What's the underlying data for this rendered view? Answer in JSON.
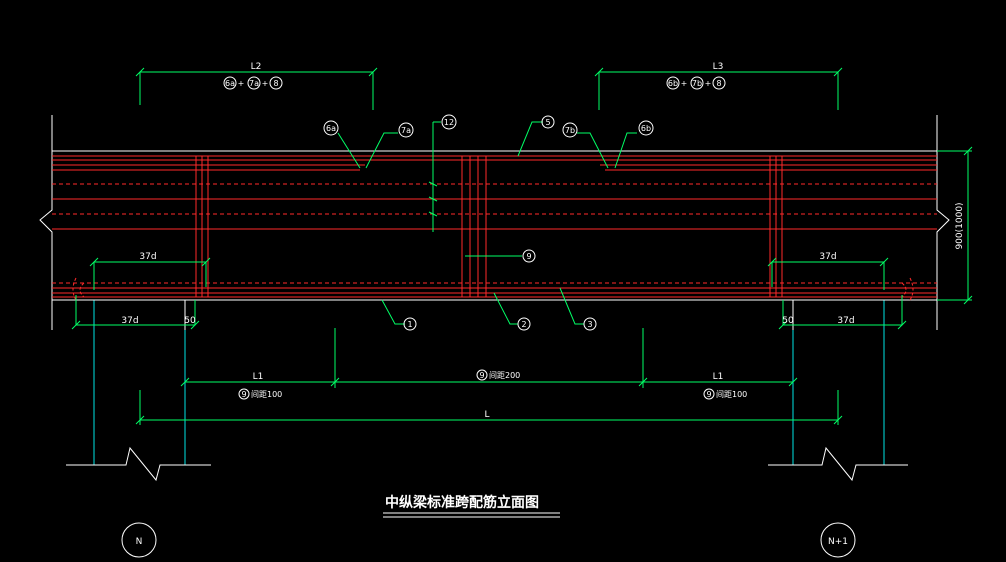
{
  "drawing": {
    "title": "中纵梁标准跨配筋立面图",
    "axes": {
      "left": "N",
      "right": "N+1"
    },
    "dims": {
      "L2": "L2",
      "L3": "L3",
      "L": "L",
      "L1_left": "L1",
      "L1_right": "L1",
      "anchor": "37d",
      "offset": "50",
      "height": "900(1000)"
    },
    "bar_groups": {
      "left": [
        "6a",
        "7a",
        "8"
      ],
      "right": [
        "6b",
        "7b",
        "8"
      ]
    },
    "callouts": {
      "c6a": "6a",
      "c7a": "7a",
      "c12": "12",
      "c5": "5",
      "c7b": "7b",
      "c6b": "6b",
      "c9": "9",
      "c1": "1",
      "c2": "2",
      "c3": "3"
    },
    "stirrups": {
      "left": {
        "mark": "9",
        "spec": "间距100"
      },
      "mid": {
        "mark": "9",
        "spec": "间距200"
      },
      "right": {
        "mark": "9",
        "spec": "间距100"
      }
    },
    "colors": {
      "background": "#000000",
      "rebar": "#ff2a2a",
      "outline": "#ffffff",
      "dimension": "#00ff66",
      "column": "#00e5e5"
    }
  }
}
